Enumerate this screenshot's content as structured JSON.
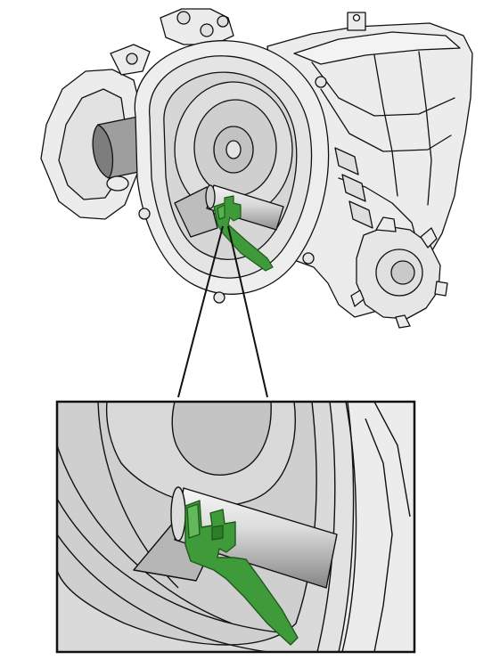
{
  "figure": {
    "kind": "technical-illustration",
    "subject": "transmission-housing-with-shift-fork-detail",
    "colors": {
      "line": "#111111",
      "housing_fill": "#ededed",
      "housing_shade": "#dcdcdc",
      "housing_dark": "#b8b8b8",
      "bore_fill": "#d4d4d4",
      "highlight_green": "#3f9a3a",
      "highlight_green_dark": "#1f5a1c",
      "shaft_light": "#f2f2f2",
      "shaft_dark": "#8c8c8c",
      "background": "#ffffff"
    },
    "callout": {
      "type": "magnified-detail",
      "shape": "rectangle",
      "connector": "two-leader-lines"
    }
  }
}
